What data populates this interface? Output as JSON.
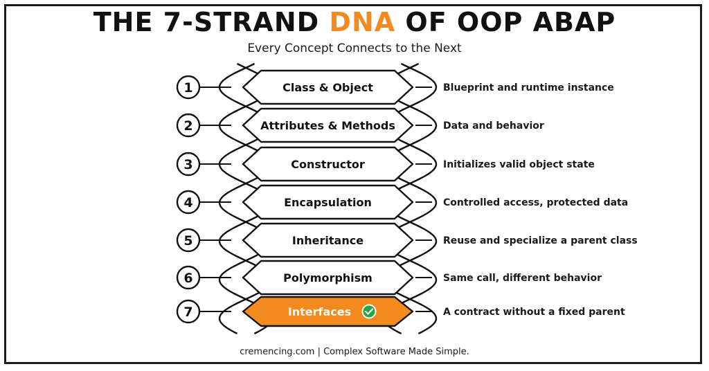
{
  "header": {
    "title_prefix": "THE 7-STRAND ",
    "title_accent": "DNA",
    "title_suffix": " OF OOP ABAP",
    "subtitle": "Every Concept Connects to the Next"
  },
  "colors": {
    "accent": "#f28a1e",
    "ink": "#111111",
    "check": "#22a745"
  },
  "strands": [
    {
      "number": "1",
      "name": "Class & Object",
      "description": "Blueprint and runtime instance",
      "highlighted": false
    },
    {
      "number": "2",
      "name": "Attributes & Methods",
      "description": "Data and behavior",
      "highlighted": false
    },
    {
      "number": "3",
      "name": "Constructor",
      "description": "Initializes valid object state",
      "highlighted": false
    },
    {
      "number": "4",
      "name": "Encapsulation",
      "description": "Controlled access, protected data",
      "highlighted": false
    },
    {
      "number": "5",
      "name": "Inheritance",
      "description": "Reuse and specialize a parent class",
      "highlighted": false
    },
    {
      "number": "6",
      "name": "Polymorphism",
      "description": "Same call, different behavior",
      "highlighted": false
    },
    {
      "number": "7",
      "name": "Interfaces",
      "description": "A contract without a fixed parent",
      "highlighted": true,
      "icon": "check-circle-icon"
    }
  ],
  "footer": {
    "text": "cremencing.com  |  Complex Software Made Simple."
  }
}
